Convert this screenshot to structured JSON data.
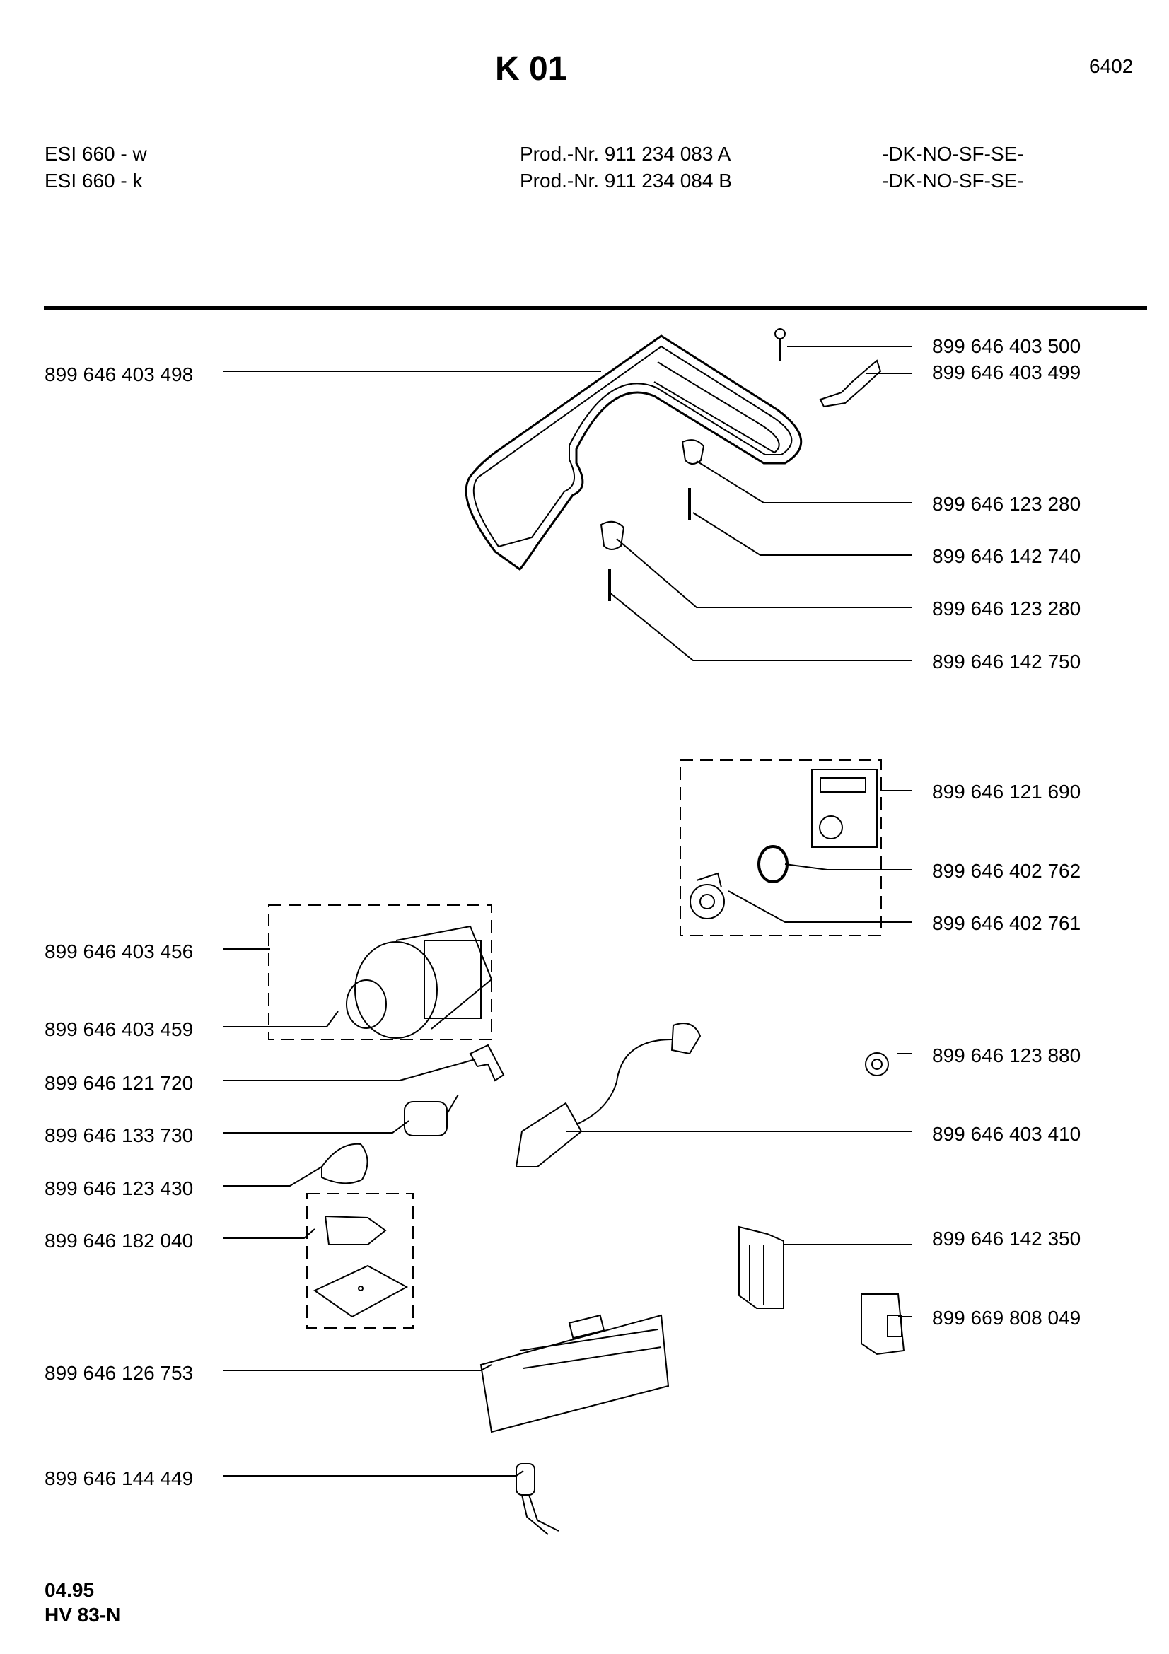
{
  "header": {
    "title": "K 01",
    "page_code": "6402"
  },
  "models": [
    {
      "name": "ESI 660 - w",
      "prod_nr": "Prod.-Nr. 911 234 083 A",
      "countries": "-DK-NO-SF-SE-"
    },
    {
      "name": "ESI 660 - k",
      "prod_nr": "Prod.-Nr. 911 234 084 B",
      "countries": "-DK-NO-SF-SE-"
    }
  ],
  "parts_left": [
    "899 646 403 498",
    "899 646 403 456",
    "899 646 403 459",
    "899 646 121 720",
    "899 646 133 730",
    "899 646 123 430",
    "899 646 182 040",
    "899 646 126 753",
    "899 646 144 449"
  ],
  "parts_right": [
    "899 646 403 500",
    "899 646 403 499",
    "899 646 123 280",
    "899 646 142 740",
    "899 646 123 280",
    "899 646 142 750",
    "899 646 121 690",
    "899 646 402 762",
    "899 646 402 761",
    "899 646 123 880",
    "899 646 403 410",
    "899 646 142 350",
    "899 669 808 049"
  ],
  "footer": {
    "date": "04.95",
    "code": "HV 83-N"
  }
}
